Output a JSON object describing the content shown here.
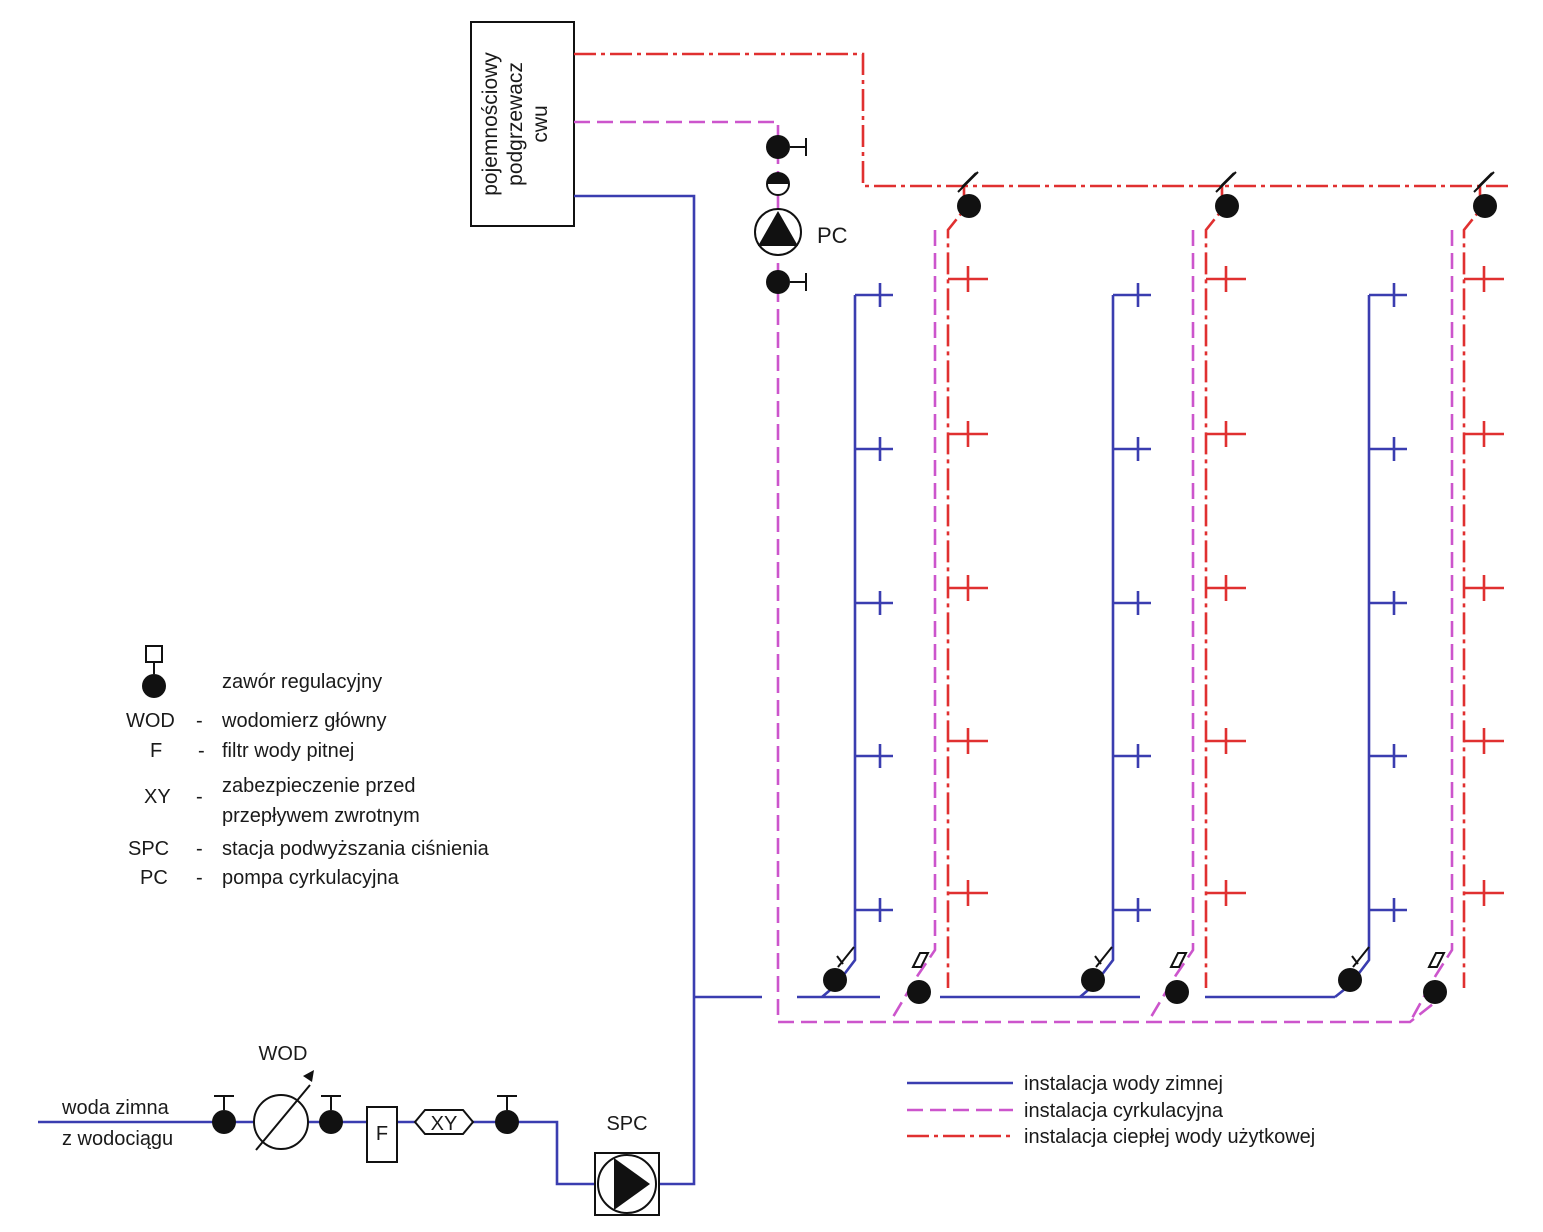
{
  "heater": {
    "line1": "pojemnościowy",
    "line2": "podgrzewacz",
    "line3": "cwu"
  },
  "labels": {
    "pc": "PC",
    "wod": "WOD",
    "spc": "SPC",
    "filter": "F",
    "backflow": "XY",
    "inlet_line1": "woda zimna",
    "inlet_line2": "z wodociągu"
  },
  "legend": {
    "items": [
      {
        "symbol": "",
        "dash": "",
        "desc": "zawór regulacyjny"
      },
      {
        "symbol": "WOD",
        "dash": "-",
        "desc": "wodomierz główny"
      },
      {
        "symbol": "F",
        "dash": "-",
        "desc": "filtr wody pitnej"
      },
      {
        "symbol": "XY",
        "dash": "-",
        "desc": "zabezpieczenie przed",
        "desc2": "przepływem zwrotnym"
      },
      {
        "symbol": "SPC",
        "dash": "-",
        "desc": "stacja podwyższania ciśnienia"
      },
      {
        "symbol": "PC",
        "dash": "-",
        "desc": "pompa cyrkulacyjna"
      }
    ]
  },
  "line_legend": {
    "cold": "instalacja wody zimnej",
    "circ": "instalacja cyrkulacyjna",
    "hot": "instalacja ciepłej wody użytkowej"
  },
  "colors": {
    "cold": "#3a3db0",
    "circ": "#cc55cc",
    "hot": "#e03030",
    "symbol": "#111111"
  }
}
